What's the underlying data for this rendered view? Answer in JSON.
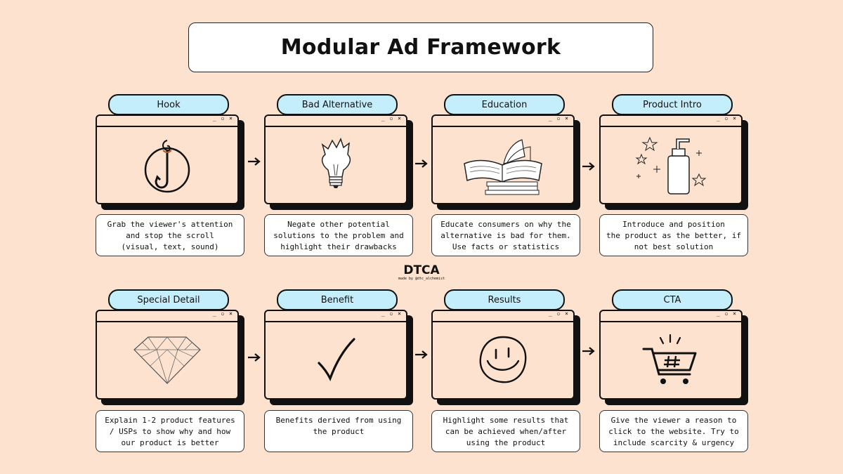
{
  "title": "Modular Ad Framework",
  "window_controls": "_ ▫ ×",
  "brand": {
    "logo": "DTCA",
    "credit": "made by @dtc_alchemist"
  },
  "row1": [
    {
      "label": "Hook",
      "icon": "fishing-hook-icon",
      "description": "Grab the viewer's attention\nand stop the scroll\n(visual, text, sound)"
    },
    {
      "label": "Bad Alternative",
      "icon": "broken-lightbulb-icon",
      "description": "Negate other potential\nsolutions to the problem and\nhighlight their drawbacks"
    },
    {
      "label": "Education",
      "icon": "open-books-icon",
      "description": "Educate consumers on why the\nalternative is bad for them.\nUse facts or statistics"
    },
    {
      "label": "Product Intro",
      "icon": "bottle-sparkles-icon",
      "description": "Introduce and position\nthe product as the better, if\nnot best solution"
    }
  ],
  "row2": [
    {
      "label": "Special Detail",
      "icon": "diamond-icon",
      "description": "Explain 1-2 product features\n/ USPs to show why and how\nour product is better"
    },
    {
      "label": "Benefit",
      "icon": "checkmark-icon",
      "description": "Benefits derived from using\nthe product"
    },
    {
      "label": "Results",
      "icon": "smiley-icon",
      "description": "Highlight some results that\ncan be achieved when/after\nusing the product"
    },
    {
      "label": "CTA",
      "icon": "shopping-cart-icon",
      "description": "Give the viewer a reason to\nclick to the website. Try to\ninclude scarcity & urgency"
    }
  ]
}
